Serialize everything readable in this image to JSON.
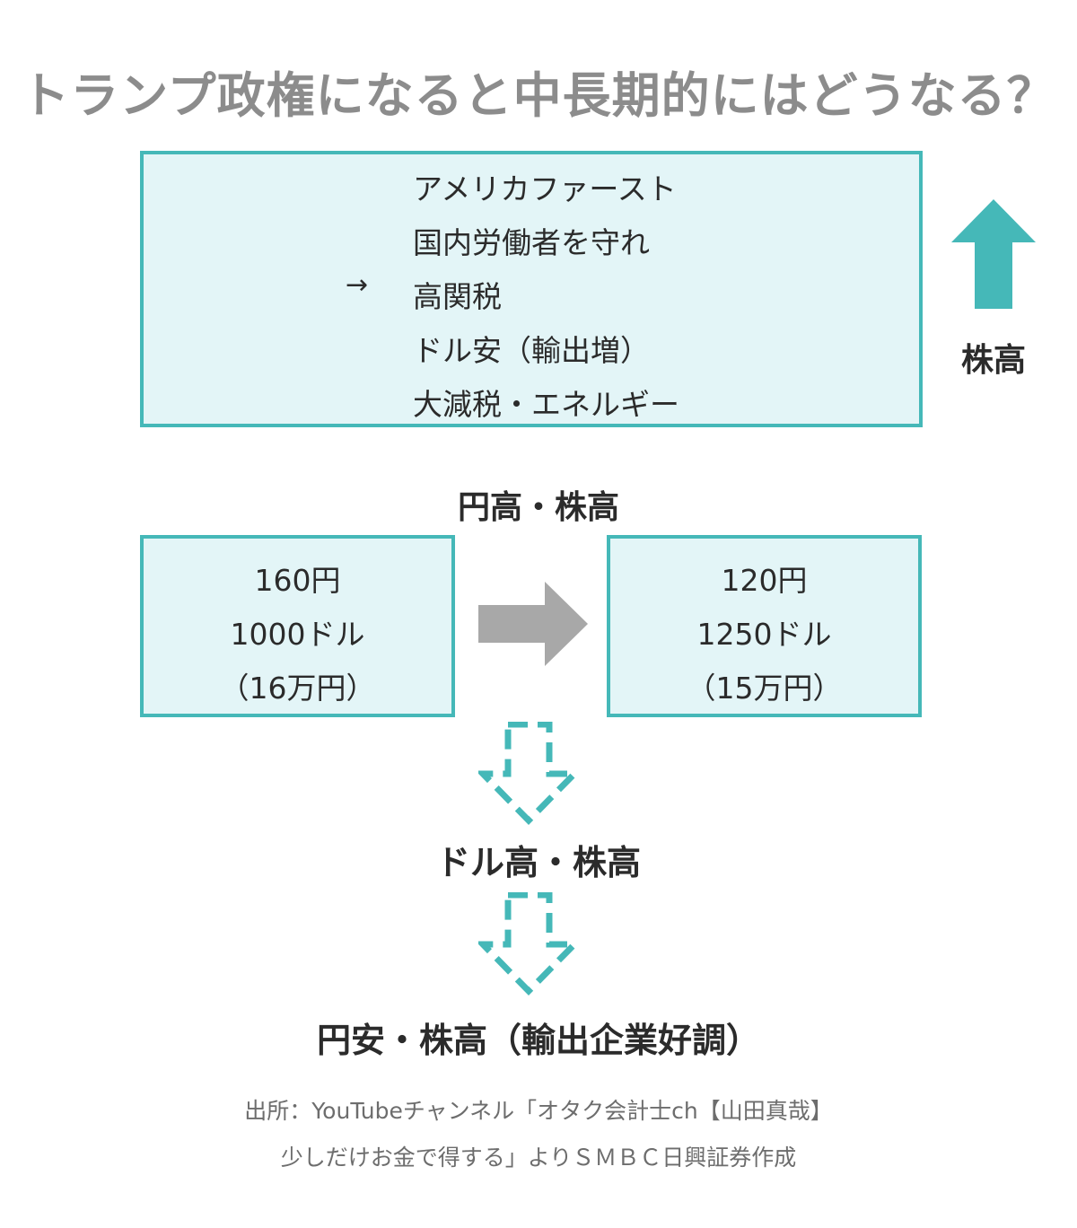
{
  "title": "トランプ政権になると中長期的にはどうなる？",
  "policy": {
    "arrow": "→",
    "lines": [
      "アメリカファースト",
      "国内労働者を守れ",
      "高関税",
      "ドル安（輸出増）",
      "大減税・エネルギー"
    ]
  },
  "stock_effect": "株高",
  "rate_label": "円高・株高",
  "fx_before": {
    "rate": "160円",
    "amount": "1000ドル",
    "yen": "（16万円）"
  },
  "fx_after": {
    "rate": "120円",
    "amount": "1250ドル",
    "yen": "（15万円）"
  },
  "dollar_label": "ドル高・株高",
  "yen_label": "円安・株高（輸出企業好調）",
  "source": {
    "line1": "出所：YouTubeチャンネル「オタク会計士ch【山田真哉】",
    "line2": "少しだけお金で得する」よりＳＭＢＣ日興証券作成"
  },
  "colors": {
    "teal": "#45b8b8",
    "box_fill": "#e3f5f7",
    "gray_arrow": "#a8a8a8",
    "title": "#8c8c8c"
  },
  "icons": [
    "up-arrow-icon",
    "right-arrow-icon",
    "down-arrow-icon"
  ]
}
